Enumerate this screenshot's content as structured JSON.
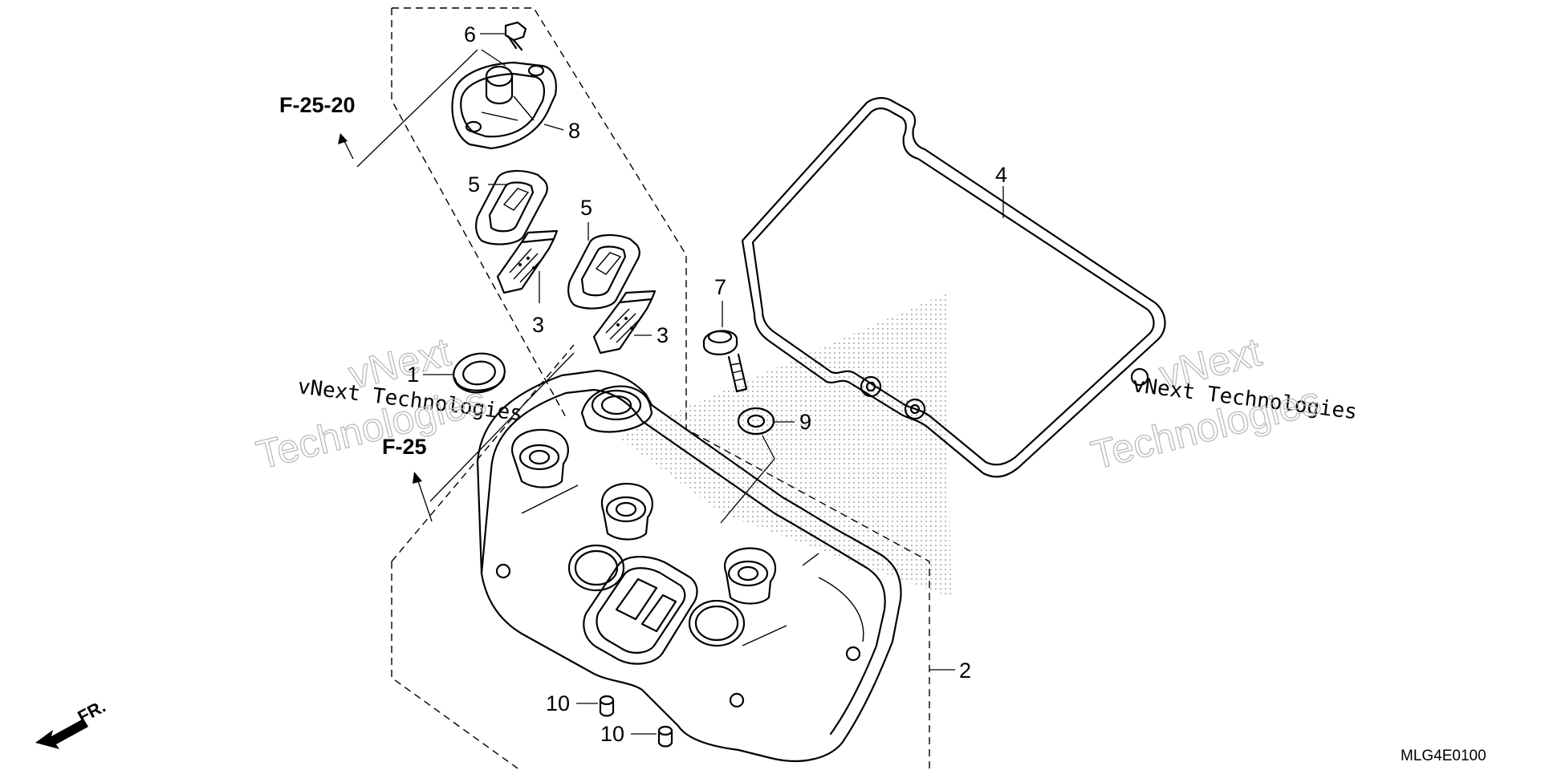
{
  "diagram": {
    "part_callouts": [
      {
        "id": "c1",
        "label": "1"
      },
      {
        "id": "c2",
        "label": "2"
      },
      {
        "id": "c3a",
        "label": "3"
      },
      {
        "id": "c3b",
        "label": "3"
      },
      {
        "id": "c4",
        "label": "4"
      },
      {
        "id": "c5a",
        "label": "5"
      },
      {
        "id": "c5b",
        "label": "5"
      },
      {
        "id": "c6",
        "label": "6"
      },
      {
        "id": "c7",
        "label": "7"
      },
      {
        "id": "c8",
        "label": "8"
      },
      {
        "id": "c9",
        "label": "9"
      },
      {
        "id": "c10a",
        "label": "10"
      },
      {
        "id": "c10b",
        "label": "10"
      }
    ],
    "references": [
      {
        "id": "ref-top",
        "label": "F-25-20"
      },
      {
        "id": "ref-mid",
        "label": "F-25"
      }
    ],
    "direction_label": "FR.",
    "diagram_code": "MLG4E0100",
    "watermarks": {
      "left_line1": "vNext",
      "left_line2": "vNext Technologies",
      "left_line3": "Technologies",
      "right_line1": "vNext",
      "right_line2": "vNext Technologies",
      "right_line3": "Technologies"
    },
    "colors": {
      "line": "#000000",
      "watermark": "#bbbbbb",
      "background": "#ffffff"
    }
  }
}
